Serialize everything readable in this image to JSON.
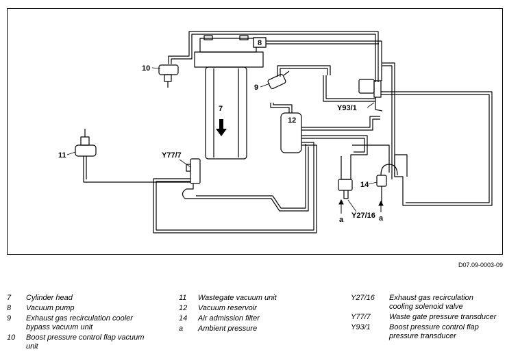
{
  "diagram": {
    "labels": {
      "c7": "7",
      "c8": "8",
      "c9": "9",
      "c10": "10",
      "c11": "11",
      "c12": "12",
      "c14": "14",
      "y77": "Y77/7",
      "y93": "Y93/1",
      "y27": "Y27/16",
      "a1": "a",
      "a2": "a"
    },
    "reference": "D07.09-0003-09"
  },
  "legend": {
    "col1": [
      {
        "key": "7",
        "text": "Cylinder head"
      },
      {
        "key": "8",
        "text": "Vacuum pump"
      },
      {
        "key": "9",
        "text": "Exhaust gas recirculation cooler\nbypass vacuum unit"
      },
      {
        "key": "10",
        "text": "Boost pressure control flap vacuum\nunit"
      }
    ],
    "col2": [
      {
        "key": "11",
        "text": "Wastegate vacuum unit"
      },
      {
        "key": "12",
        "text": "Vacuum reservoir"
      },
      {
        "key": "14",
        "text": "Air admission filter"
      },
      {
        "key": "a",
        "text": "Ambient pressure"
      }
    ],
    "col3": [
      {
        "key": "Y27/16",
        "text": "Exhaust gas recirculation\ncooling solenoid valve"
      },
      {
        "key": "Y77/7",
        "text": "Waste gate pressure transducer"
      },
      {
        "key": "Y93/1",
        "text": "Boost pressure control flap\npressure transducer"
      }
    ]
  }
}
